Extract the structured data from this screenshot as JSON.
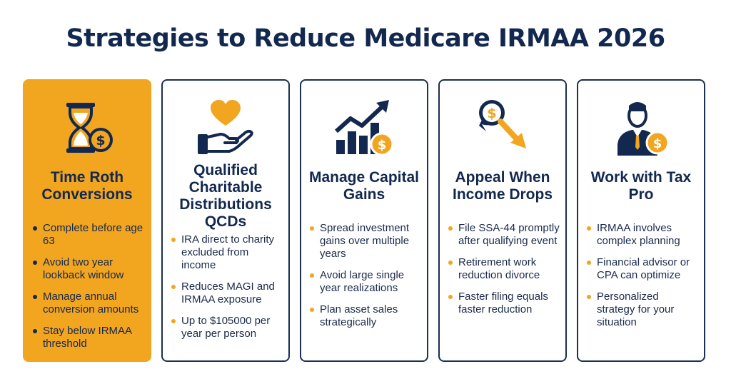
{
  "title": "Strategies to Reduce Medicare IRMAA 2026",
  "colors": {
    "accent": "#f2a51f",
    "navy": "#13284f",
    "border": "#1c2e52"
  },
  "cards": [
    {
      "icon": "hourglass-dollar-icon",
      "title": "Time Roth Conversions",
      "bullets": [
        "Complete before age 63",
        "Avoid two year lookback window",
        "Manage annual conversion amounts",
        "Stay below IRMAA threshold"
      ]
    },
    {
      "icon": "heart-hand-icon",
      "title": "Qualified Charitable Distributions QCDs",
      "bullets": [
        "IRA direct to charity excluded from income",
        "Reduces MAGI and IRMAA exposure",
        "Up to $105000 per year per person"
      ]
    },
    {
      "icon": "growth-chart-dollar-icon",
      "title": "Manage Capital Gains",
      "bullets": [
        "Spread investment gains over multiple years",
        "Avoid large single year realizations",
        "Plan asset sales strategically"
      ]
    },
    {
      "icon": "dollar-down-arrow-icon",
      "title": "Appeal When Income Drops",
      "bullets": [
        "File SSA-44 promptly after qualifying event",
        "Retirement work reduction divorce",
        "Faster filing equals faster reduction"
      ]
    },
    {
      "icon": "advisor-dollar-icon",
      "title": "Work with Tax Pro",
      "bullets": [
        "IRMAA involves complex planning",
        "Financial advisor or CPA can optimize",
        "Personalized strategy for your situation"
      ]
    }
  ]
}
